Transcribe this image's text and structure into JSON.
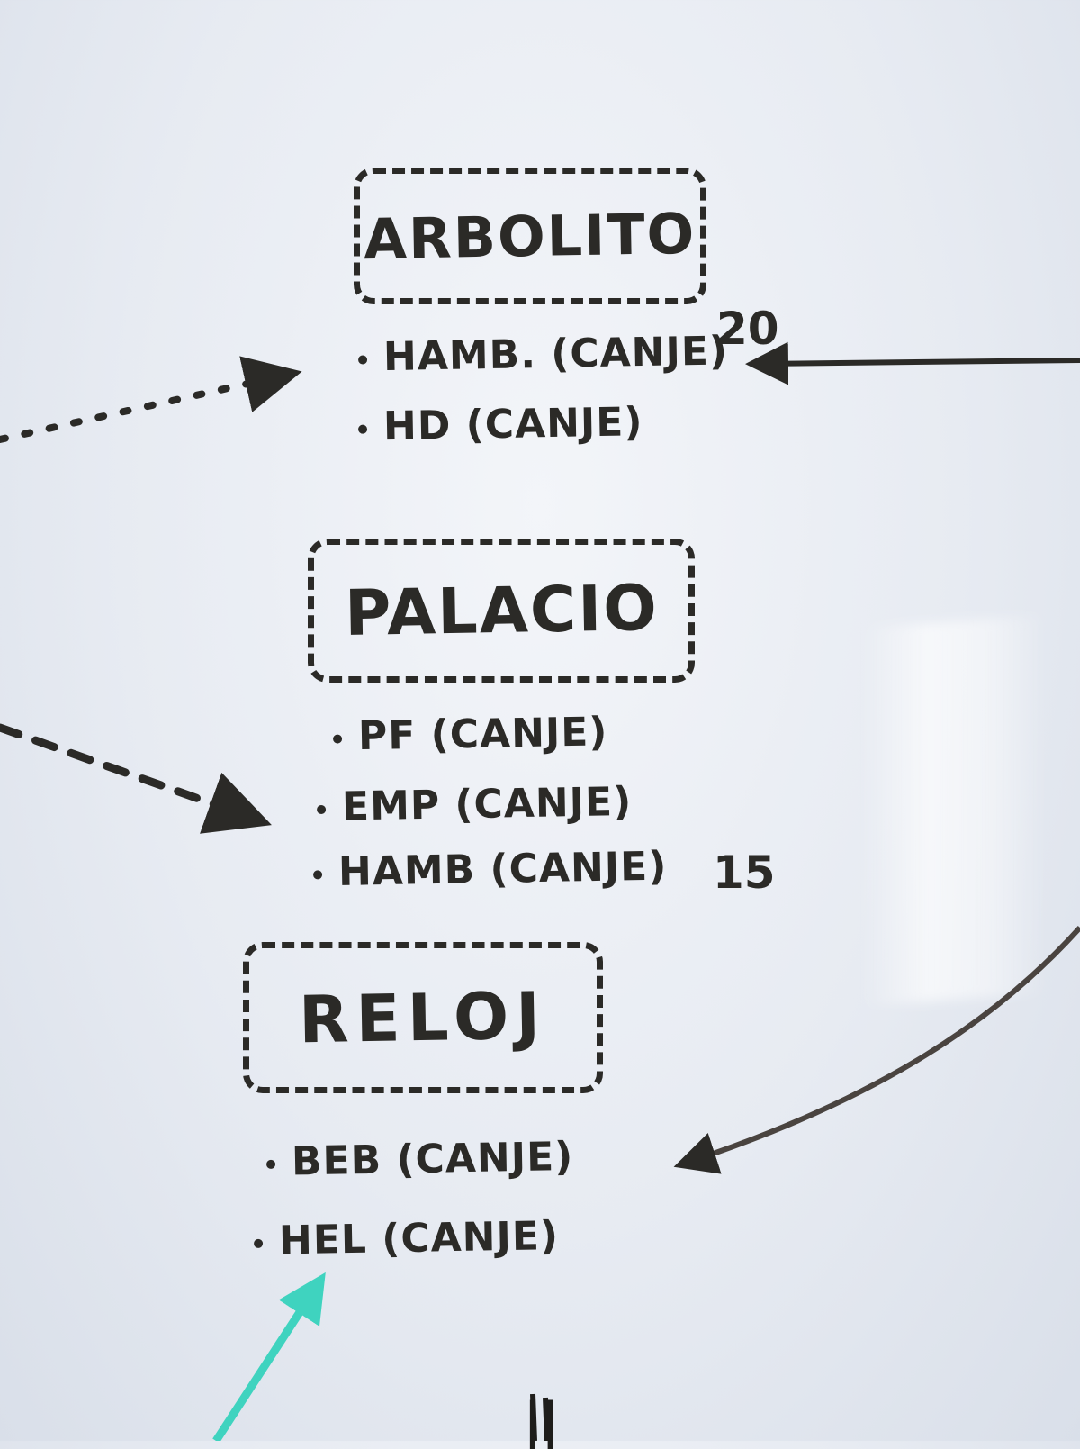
{
  "boxes": {
    "arbolito": {
      "title": "Arbolito",
      "items": [
        "HAMB. (CANJE)",
        "HD (CANJE)"
      ],
      "count": "20"
    },
    "palacio": {
      "title": "Palacio",
      "items": [
        "PF (CANJE)",
        "EMP (CANJE)",
        "HAMB (CANJE)"
      ],
      "count": "15"
    },
    "reloj": {
      "title": "Reloj",
      "items": [
        "BEB (CANJE)",
        "HEL (CANJE)"
      ]
    }
  },
  "bottom_mark": "||",
  "colors": {
    "board": "#e9edf3",
    "marker": "#2b2a27",
    "teal_arrow": "#3fd3bf"
  }
}
